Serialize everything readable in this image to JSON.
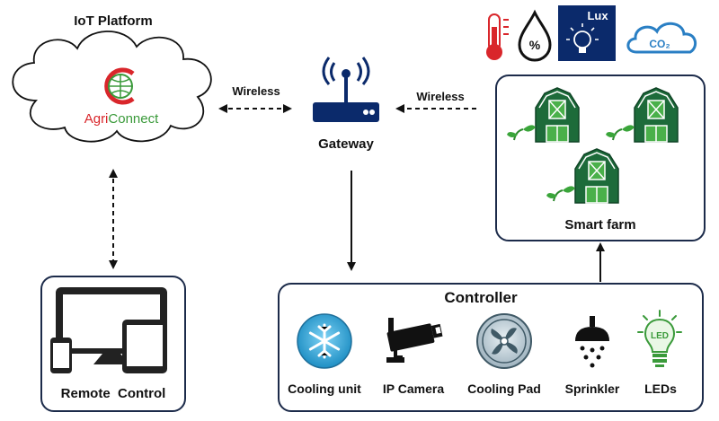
{
  "platform": {
    "title": "IoT Platform",
    "logo_word_part1": "Agri",
    "logo_word_part2": "Connect"
  },
  "gateway": {
    "label": "Gateway"
  },
  "links": {
    "left_label": "Wireless",
    "right_label": "Wireless"
  },
  "remote": {
    "label": "Remote  Control"
  },
  "farm": {
    "label": "Smart farm"
  },
  "sensors": {
    "lux_label": "Lux",
    "co2_label": "CO₂",
    "humidity_symbol": "%"
  },
  "controller": {
    "title": "Controller",
    "items": [
      "Cooling unit",
      "IP Camera",
      "Cooling Pad",
      "Sprinkler",
      "LEDs"
    ],
    "led_text": "LED"
  },
  "colors": {
    "box_border": "#1c2b4a",
    "accent_red": "#d9262b",
    "accent_green": "#3a9a3a",
    "barn_green": "#1d6b3a",
    "navy": "#0b2a6b",
    "cyan": "#2fa8d8"
  }
}
